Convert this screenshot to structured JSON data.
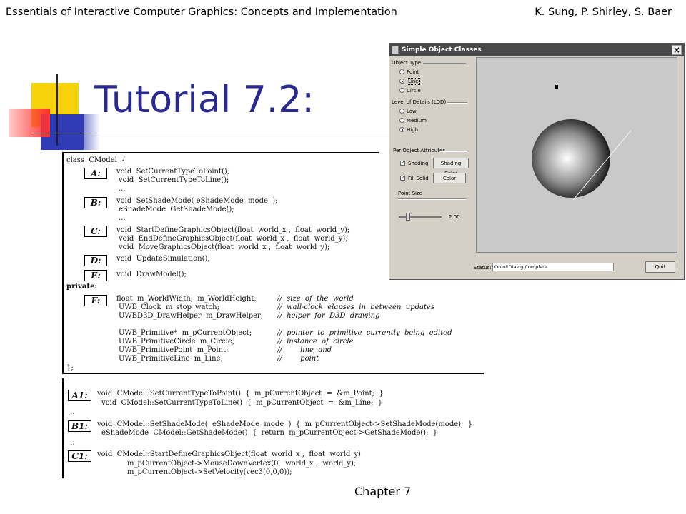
{
  "header": {
    "book_title": "Essentials of Interactive Computer Graphics: Concepts and Implementation",
    "authors": "K. Sung, P. Shirley, S. Baer"
  },
  "slide": {
    "title": "Tutorial 7.2:"
  },
  "footer": {
    "chapter": "Chapter 7"
  },
  "code_top": {
    "class_decl": "class  CModel  {",
    "labels": {
      "A": "A:",
      "B": "B:",
      "C": "C:",
      "D": "D:",
      "E": "E:",
      "F": "F:"
    },
    "lines": {
      "a1": "void  SetCurrentTypeToPoint();",
      "a2": "void  SetCurrentTypeToLine();",
      "b1": "void  SetShadeMode( eShadeMode  mode  );",
      "b2": "eShadeMode  GetShadeMode();",
      "c1": "void  StartDefineGraphicsObject(float  world_x ,  float  world_y);",
      "c2": "void  EndDefineGraphicsObject(float  world_x ,  float  world_y);",
      "c3": "void  MoveGraphicsObject(float  world_x ,  float  world_y);",
      "d1": "void  UpdateSimulation();",
      "e1": "void  DrawModel();",
      "private": "private:",
      "f1": "float  m_WorldWidth,  m_WorldHeight;",
      "f1c": "//  size  of  the  world",
      "f2": "UWB_Clock  m_stop_watch;",
      "f2c": "//  wall-clock  elapses  in  between  updates",
      "f3": "UWBD3D_DrawHelper  m_DrawHelper;",
      "f3c": "//  helper  for  D3D  drawing",
      "f4": "UWB_Primitive*  m_pCurrentObject;",
      "f4c": "//  pointer  to  primitive  currently  being  edited",
      "f5": "UWB_PrimitiveCircle  m_Circle;",
      "f5c": "//  instance  of  circle",
      "f6": "UWB_PrimitivePoint  m_Point;",
      "f6c": "//        line  and",
      "f7": "UWB_PrimitiveLine  m_Line;",
      "f7c": "//        point",
      "end": "};",
      "dots": "..."
    }
  },
  "code_bottom": {
    "labels": {
      "A1": "A1:",
      "B1": "B1:",
      "C1": "C1:"
    },
    "lines": {
      "a1_1": "void  CModel::SetCurrentTypeToPoint()  {  m_pCurrentObject  =  &m_Point;  }",
      "a1_2": "void  CModel::SetCurrentTypeToLine()  {  m_pCurrentObject  =  &m_Line;  }",
      "b1_1": "void  CModel::SetShadeMode(  eShadeMode  mode  )  {  m_pCurrentObject->SetShadeMode(mode);  }",
      "b1_2": "eShadeMode  CModel::GetShadeMode()  {  return  m_pCurrentObject->GetShadeMode();  }",
      "c1_1": "void  CModel::StartDefineGraphicsObject(float  world_x ,  float  world_y)",
      "c1_2": "m_pCurrentObject->MouseDownVertex(0,  world_x ,  world_y);",
      "c1_3": "m_pCurrentObject->SetVelocity(vec3(0,0,0));",
      "dots": "..."
    }
  },
  "dialog": {
    "title": "Simple Object Classes",
    "close": "×",
    "object_type_label": "Object Type",
    "object_types": [
      "Point",
      "Line",
      "Circle"
    ],
    "object_type_selected": "Line",
    "lod_label": "Level of Details (LOD)",
    "lod_options": [
      "Low",
      "Medium",
      "High"
    ],
    "lod_selected": "High",
    "per_object_label": "Per Object Attributes",
    "shading_label": "Shading",
    "shading_checked": true,
    "shading_color_button": "Shading Color",
    "fill_solid_label": "Fill Solid",
    "fill_solid_checked": true,
    "color_button": "Color",
    "point_size_label": "Point Size",
    "point_size_value": "2.00",
    "status_label": "Status:",
    "status_value": "OnInitDialog Complete",
    "quit_button": "Quit",
    "checkmark": "✓"
  }
}
